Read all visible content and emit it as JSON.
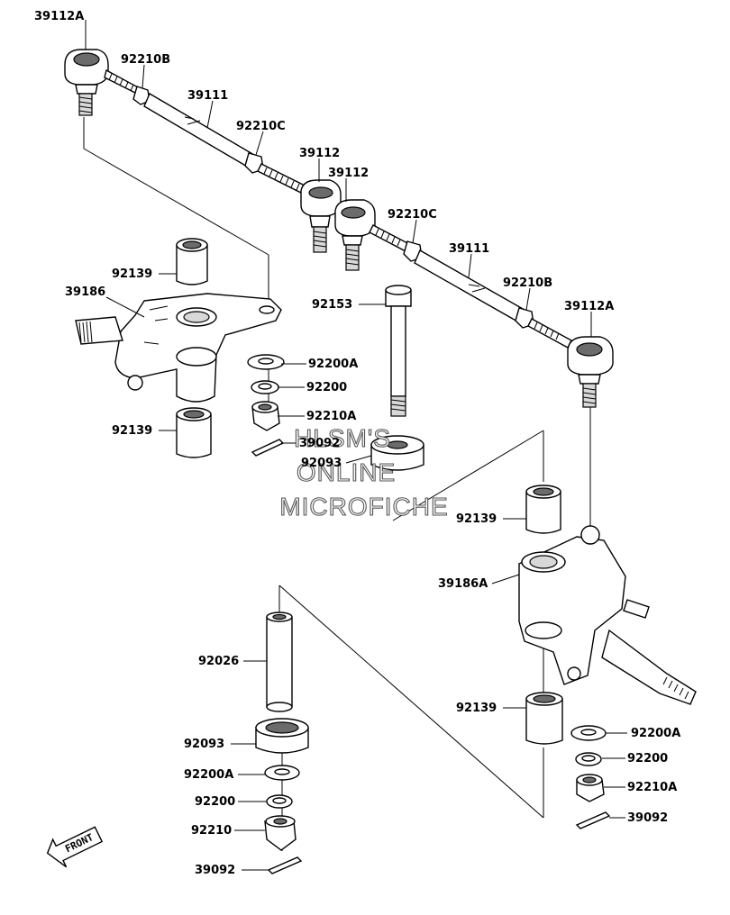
{
  "labels": {
    "l_39112A_top": "39112A",
    "l_92210B_top": "92210B",
    "l_39111_top": "39111",
    "l_92210C_top": "92210C",
    "l_39112_a": "39112",
    "l_39112_b": "39112",
    "l_92210C_mid": "92210C",
    "l_39111_mid": "39111",
    "l_92210B_mid": "92210B",
    "l_39112A_right": "39112A",
    "l_92139_a": "92139",
    "l_39186": "39186",
    "l_92153": "92153",
    "l_92200A_a": "92200A",
    "l_92200_a": "92200",
    "l_92210A_a": "92210A",
    "l_92139_b": "92139",
    "l_39092_a": "39092",
    "l_92093_a": "92093",
    "l_92139_c": "92139",
    "l_39186A": "39186A",
    "l_92026": "92026",
    "l_92139_d": "92139",
    "l_92093_b": "92093",
    "l_92200A_b": "92200A",
    "l_92200A_c": "92200A",
    "l_92200_b": "92200",
    "l_92200_c": "92200",
    "l_92210A_b": "92210A",
    "l_92210": "92210",
    "l_39092_b": "39092",
    "l_39092_c": "39092"
  },
  "watermark": {
    "line1": "HLSM'S",
    "line2": "ONLINE",
    "line3": "MICROFICHE"
  },
  "front_badge": "FRONT"
}
